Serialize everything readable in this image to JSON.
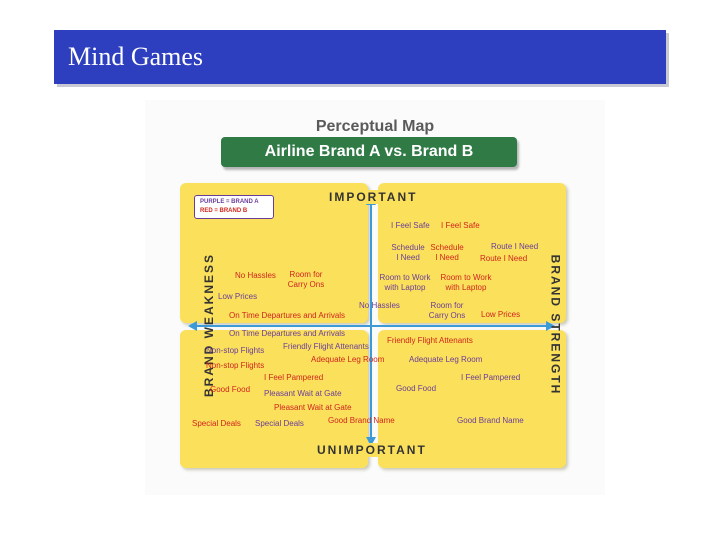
{
  "slide": {
    "title": "Mind Games",
    "ghost_text": ""
  },
  "map": {
    "title": "Perceptual Map",
    "subtitle": "Airline Brand A vs. Brand B",
    "axes": {
      "top": "IMPORTANT",
      "bottom": "UNIMPORTANT",
      "left": "BRAND WEAKNESS",
      "right": "BRAND STRENGTH"
    },
    "legend": {
      "a": "PURPLE = BRAND A",
      "b": "RED = BRAND B"
    },
    "colors": {
      "brand_a": "#6a3d9a",
      "brand_b": "#d0251d",
      "quadrant": "#fbe05c",
      "subtitle_bar": "#2f7a45",
      "header": "#2d3fbf"
    },
    "items": [
      {
        "text": "I Feel Safe",
        "brand": "a"
      },
      {
        "text": "I Feel Safe",
        "brand": "b"
      },
      {
        "text": "Schedule I Need",
        "brand": "a"
      },
      {
        "text": "Schedule I Need",
        "brand": "b"
      },
      {
        "text": "Route I Need",
        "brand": "a"
      },
      {
        "text": "Route I Need",
        "brand": "b"
      },
      {
        "text": "No Hassles",
        "brand": "b"
      },
      {
        "text": "Room for Carry Ons",
        "brand": "b"
      },
      {
        "text": "Room to Work with Laptop",
        "brand": "a"
      },
      {
        "text": "Room to Work with Laptop",
        "brand": "b"
      },
      {
        "text": "Low Prices",
        "brand": "a"
      },
      {
        "text": "No Hassles",
        "brand": "a"
      },
      {
        "text": "Room for Carry Ons",
        "brand": "a"
      },
      {
        "text": "Low Prices",
        "brand": "b"
      },
      {
        "text": "On Time Departures and Arrivals",
        "brand": "a"
      },
      {
        "text": "On Time Departures and Arrivals",
        "brand": "b"
      },
      {
        "text": "Friendly Flight Attenants",
        "brand": "a"
      },
      {
        "text": "Friendly Flight Attenants",
        "brand": "b"
      },
      {
        "text": "Non-stop Flights",
        "brand": "a"
      },
      {
        "text": "Adequate Leg Room",
        "brand": "a"
      },
      {
        "text": "Adequate Leg Room",
        "brand": "b"
      },
      {
        "text": "Non-stop Flights",
        "brand": "b"
      },
      {
        "text": "I Feel Pampered",
        "brand": "a"
      },
      {
        "text": "I Feel Pampered",
        "brand": "b"
      },
      {
        "text": "Good Food",
        "brand": "a"
      },
      {
        "text": "Good Food",
        "brand": "b"
      },
      {
        "text": "Pleasant Wait at Gate",
        "brand": "a"
      },
      {
        "text": "Pleasant Wait at Gate",
        "brand": "b"
      },
      {
        "text": "Special Deals",
        "brand": "a"
      },
      {
        "text": "Special Deals",
        "brand": "b"
      },
      {
        "text": "Good Brand Name",
        "brand": "b"
      },
      {
        "text": "Good Brand Name",
        "brand": "a"
      }
    ]
  }
}
